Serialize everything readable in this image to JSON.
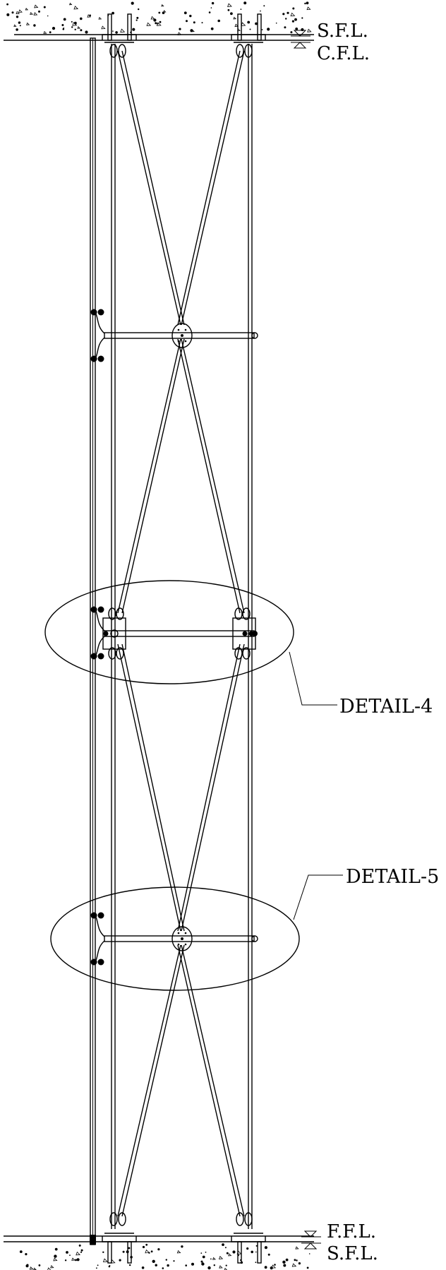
{
  "levels": {
    "top_structural": "S.F.L.",
    "top_ceiling": "C.F.L.",
    "bottom_floor": "F.F.L.",
    "bottom_structural": "S.F.L."
  },
  "callouts": {
    "detail_4": "DETAIL-4",
    "detail_5": "DETAIL-5"
  },
  "colors": {
    "line": "#000000",
    "background": "#ffffff"
  }
}
